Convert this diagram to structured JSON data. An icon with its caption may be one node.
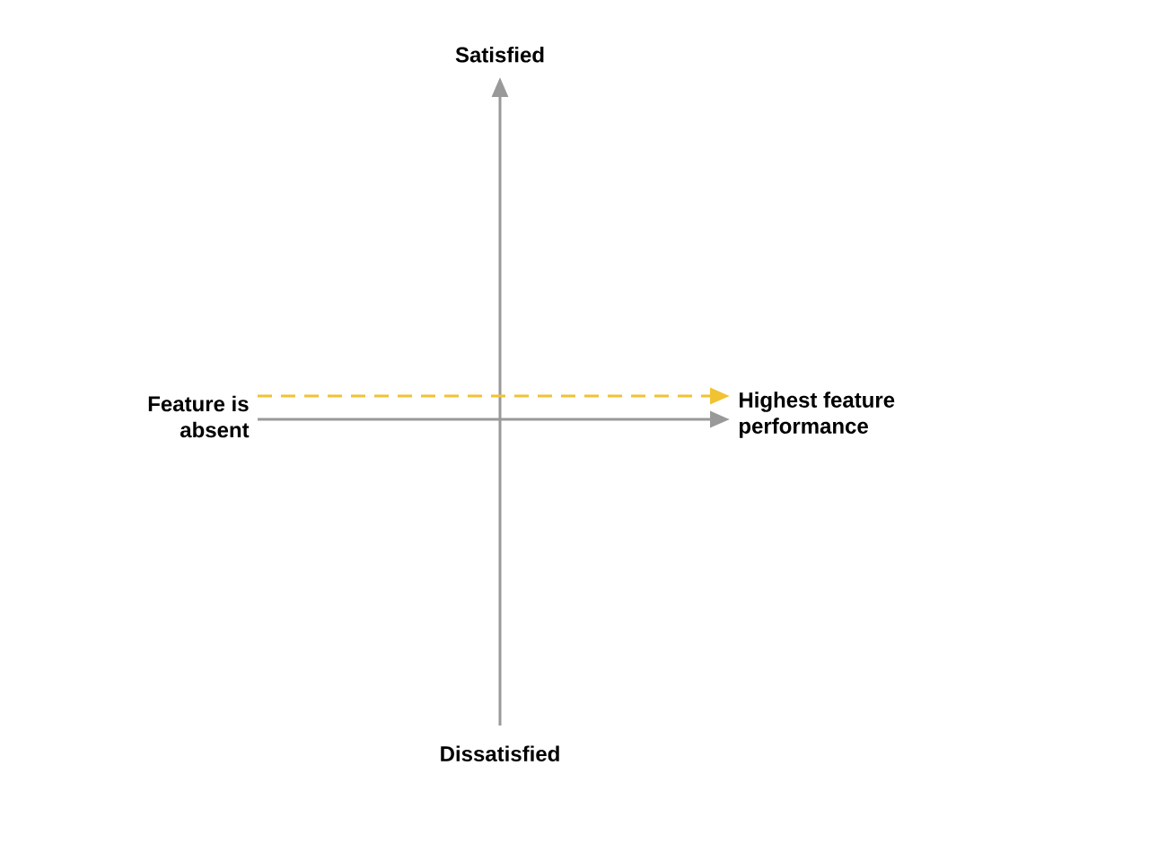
{
  "diagram": {
    "nodes": [
      {
        "text": [
          "Satisfied"
        ]
      },
      {
        "text": [
          "Dissatisfied"
        ]
      },
      {
        "text": [
          "Feature is absent"
        ]
      },
      {
        "text": [
          "Highest feature performance"
        ]
      }
    ],
    "edges": [
      {
        "from": 1,
        "to": 0,
        "arrow": "to"
      },
      {
        "from": 2,
        "to": 3,
        "arrow": "to"
      },
      {
        "from": 2,
        "to": 3,
        "arrow": "to",
        "style": "dashed",
        "color": "#f1c232"
      }
    ]
  }
}
